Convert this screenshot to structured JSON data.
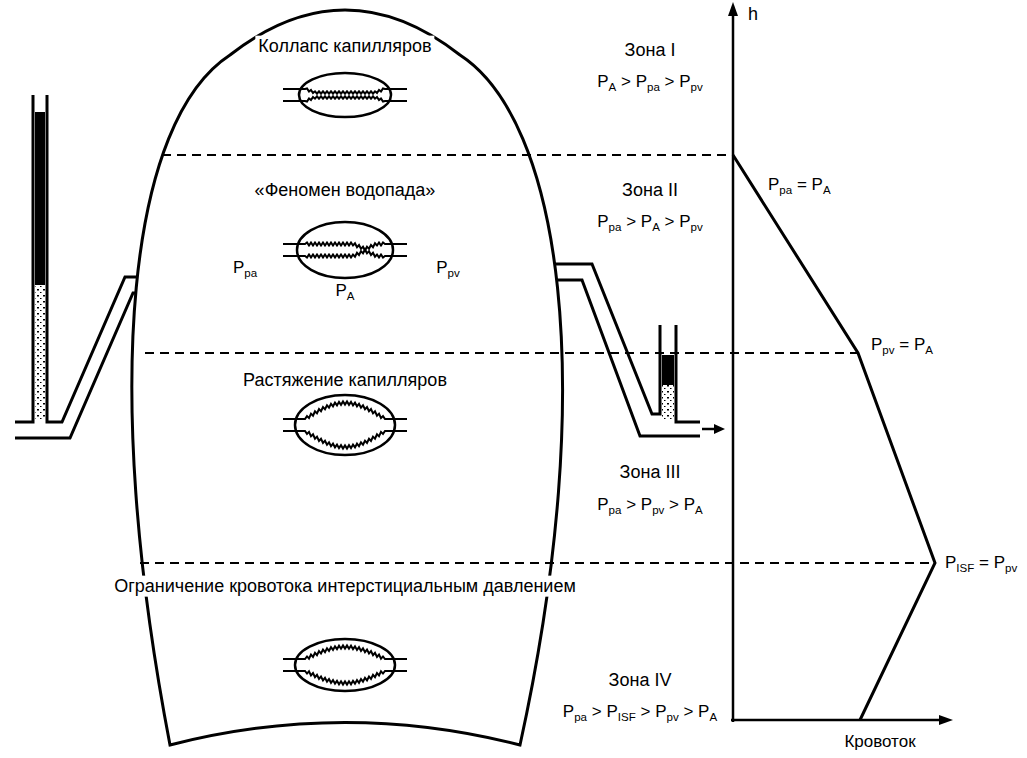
{
  "diagram": {
    "labels": [
      "Коллапс капилляров",
      "Зона I",
      "PA > Ppa > Ppv",
      "Ppa = PA",
      "«Феномен водопада»",
      "Зона II",
      "Ppa > PA > Ppv",
      "Ppa",
      "PA",
      "Ppv",
      "Растяжение капилляров",
      "Ppv = PA",
      "Зона III",
      "Ppa > Ppv > PA",
      "PISF = Ppv",
      "Ограничение кровотока интерстициальным давлением",
      "Зона IV",
      "Ppa > PISF > Ppv > PA",
      "h",
      "Кровоток"
    ]
  }
}
